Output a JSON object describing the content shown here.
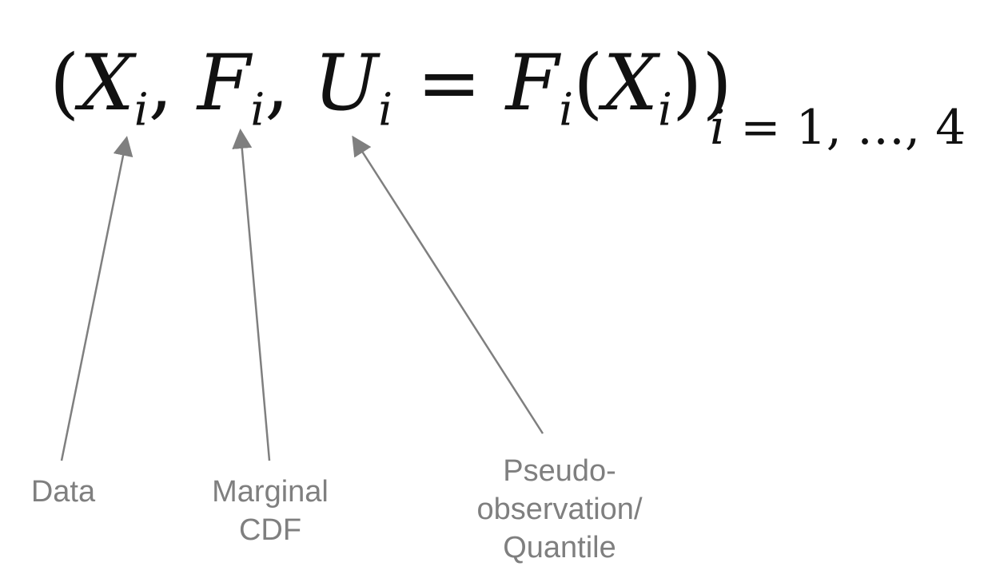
{
  "formula": {
    "open_paren": "(",
    "x": "X",
    "x_sub": "i",
    "comma1": ", ",
    "f": "F",
    "f_sub": "i",
    "comma2": ", ",
    "u": "U",
    "u_sub": "i",
    "equals": " = ",
    "f2": "F",
    "f2_sub": "i",
    "paren_open2": "(",
    "x2": "X",
    "x2_sub": "i",
    "close_parens": "))",
    "range_index": "i",
    "range_rest": " = 1, …, 4"
  },
  "labels": {
    "data": "Data",
    "cdf_line1": "Marginal",
    "cdf_line2": "CDF",
    "pseudo_line1": "Pseudo-",
    "pseudo_line2": "observation/",
    "pseudo_line3": "Quantile"
  },
  "colors": {
    "arrow": "#7f7f7f",
    "label": "#7f7f7f",
    "formula": "#111111"
  }
}
